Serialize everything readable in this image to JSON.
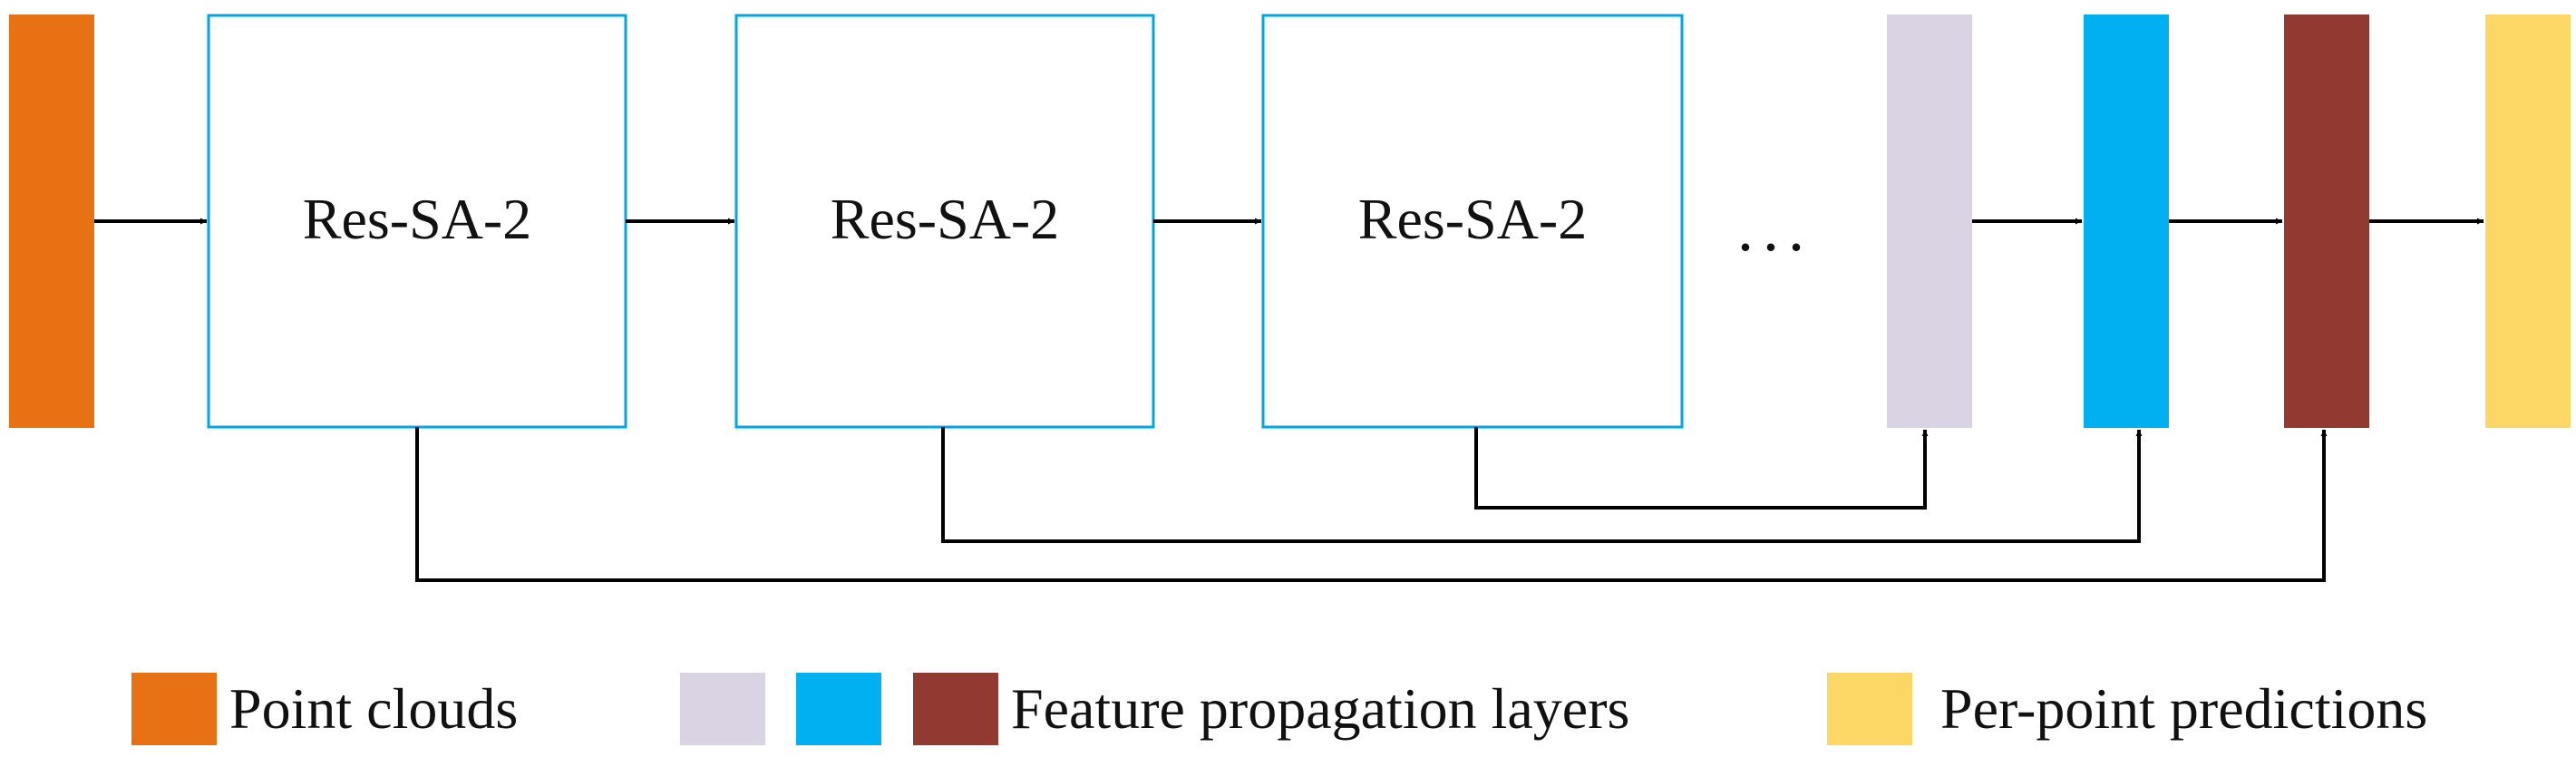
{
  "blocks": {
    "res_sa_1": {
      "label": "Res-SA-2"
    },
    "res_sa_2": {
      "label": "Res-SA-2"
    },
    "res_sa_3": {
      "label": "Res-SA-2"
    }
  },
  "ellipsis": "...",
  "legend": {
    "point_clouds": "Point clouds",
    "feature_propagation": "Feature propagation layers",
    "per_point_predictions": "Per-point predictions"
  },
  "colors": {
    "point_clouds": "#E87213",
    "block_border": "#00A6E6",
    "fp_layer_1": "#DAD3E3",
    "fp_layer_2": "#00B0F0",
    "fp_layer_3": "#923A32",
    "per_point_predictions": "#FDD766"
  }
}
